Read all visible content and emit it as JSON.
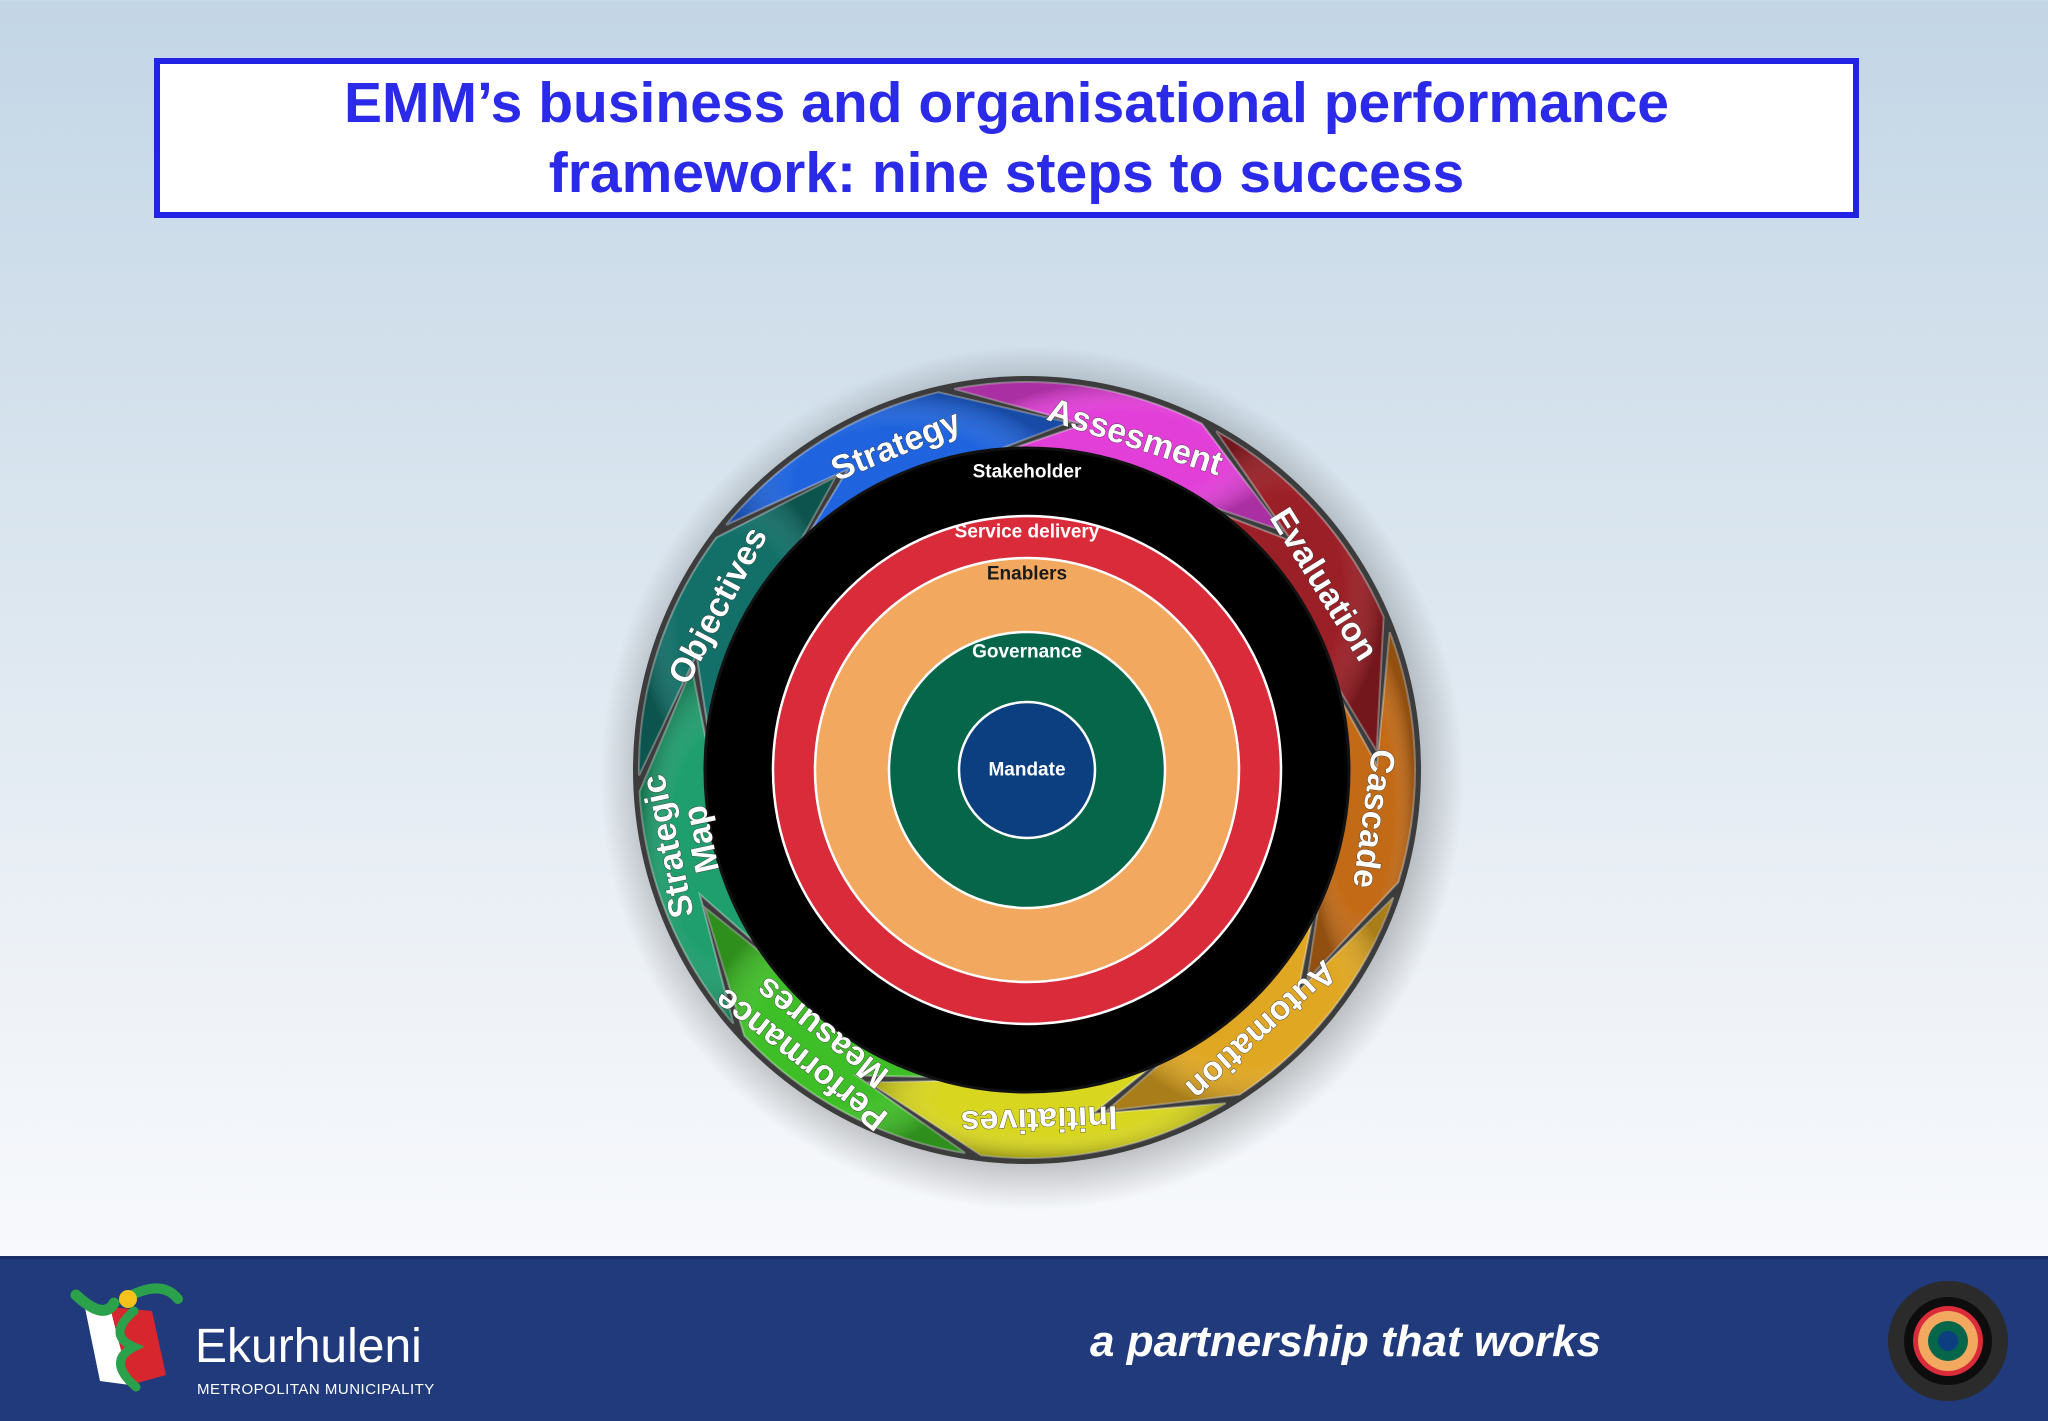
{
  "title": {
    "line1": "EMM’s business and organisational performance",
    "line2": "framework:  nine steps to success"
  },
  "steps": [
    {
      "label": "Assesment",
      "color": "#e23fd8"
    },
    {
      "label": "Evaluation",
      "color": "#9b1f26"
    },
    {
      "label": "Cascade",
      "color": "#c26a16"
    },
    {
      "label": "Automation",
      "color": "#e0a722"
    },
    {
      "label": "Initiatives",
      "color": "#d8d61f"
    },
    {
      "label": "Performance Measures",
      "line1": "Performance",
      "line2": "Measures",
      "color": "#3fbf27"
    },
    {
      "label": "Strategic Map",
      "line1": "Strategic",
      "line2": "Map",
      "color": "#1f9e6e"
    },
    {
      "label": "Objectives",
      "color": "#127068"
    },
    {
      "label": "Strategy",
      "color": "#1f64de"
    }
  ],
  "rings": [
    {
      "label": "Stakeholder",
      "color": "#000000"
    },
    {
      "label": "Service delivery",
      "color": "#d92b3a"
    },
    {
      "label": "Enablers",
      "color": "#f3a860"
    },
    {
      "label": "Governance",
      "color": "#05664a"
    },
    {
      "label": "Mandate",
      "color": "#0c3f80"
    }
  ],
  "footer": {
    "brand": "Ekurhuleni",
    "subtitle": "METROPOLITAN MUNICIPALITY",
    "tagline": "a partnership that works",
    "background": "#213a7c"
  }
}
